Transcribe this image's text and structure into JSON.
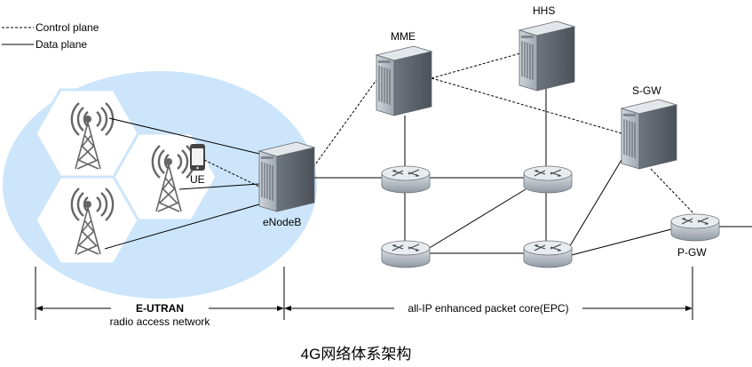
{
  "legend": {
    "control_plane": "Control plane",
    "data_plane": "Data plane"
  },
  "nodes": {
    "mme": "MME",
    "hhs": "HHS",
    "sgw": "S-GW",
    "pgw": "P-GW",
    "enodeb": "eNodeB",
    "ue": "UE"
  },
  "regions": {
    "eutran_title": "E-UTRAN",
    "eutran_subtitle": "radio access network",
    "epc": "all-IP enhanced packet core(EPC)"
  },
  "caption": "4G网络体系架构",
  "colors": {
    "ellipse_fill": "#cce5fa",
    "hexagon_fill": "#ffffff",
    "server_body": "#9aa3ad",
    "router_body": "#b6bec7",
    "line": "#000000"
  },
  "icons": {
    "server": "server-icon",
    "router": "router-icon",
    "tower": "cell-tower-icon",
    "phone": "phone-icon"
  }
}
